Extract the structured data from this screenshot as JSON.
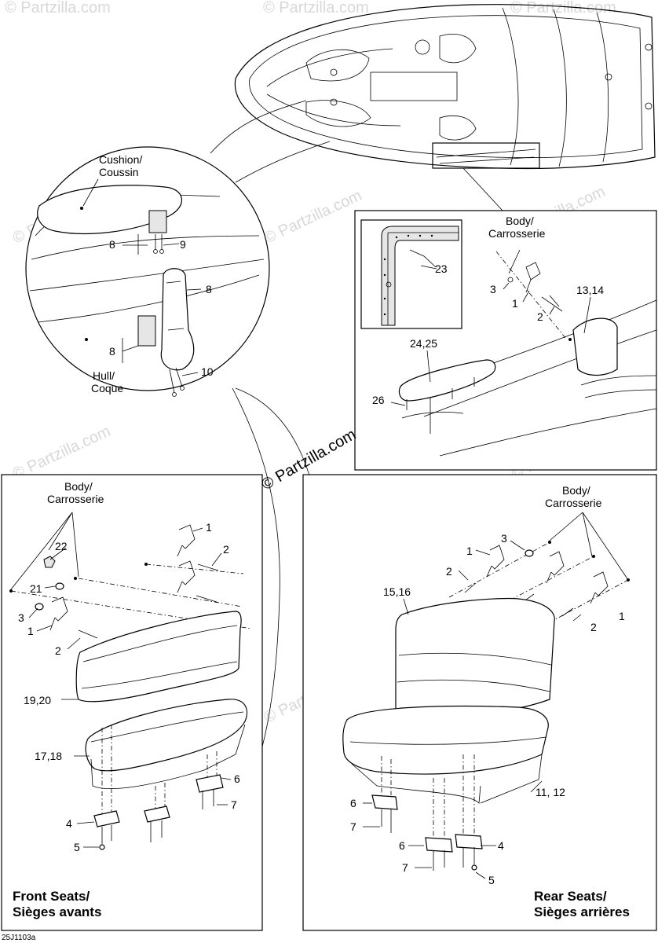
{
  "labels": {
    "cushion": "Cushion/",
    "coussin": "Coussin",
    "hull": "Hull/",
    "coque": "Coque",
    "body_tr": "Body/",
    "carrosserie_tr": "Carrosserie",
    "body_fl": "Body/",
    "carrosserie_fl": "Carrosserie",
    "body_rr": "Body/",
    "carrosserie_rr": "Carrosserie"
  },
  "callouts": {
    "c8a": "8",
    "c9": "9",
    "c8b": "8",
    "c8c": "8",
    "c10": "10",
    "c23": "23",
    "c3_tr": "3",
    "c1_tr": "1",
    "c2_tr": "2",
    "c13_14": "13,14",
    "c24_25": "24,25",
    "c26": "26",
    "c1_fa": "1",
    "c2_fa": "2",
    "c22": "22",
    "c21": "21",
    "c3_fl": "3",
    "c1_fl": "1",
    "c2_fl": "2",
    "c19_20": "19,20",
    "c17_18": "17,18",
    "c6_fl": "6",
    "c7_fl": "7",
    "c4_fl": "4",
    "c5_fl": "5",
    "c3_rr": "3",
    "c1_rr": "1",
    "c2_rr": "2",
    "c15_16": "15,16",
    "c1_rr2": "1",
    "c2_rr2": "2",
    "c11_12": "11, 12",
    "c6_rr": "6",
    "c7_rr": "7",
    "c6_rr2": "6",
    "c7_rr2": "7",
    "c4_rr": "4",
    "c5_rr": "5"
  },
  "captions": {
    "front_line1": "Front Seats/",
    "front_line2": "Sièges avants",
    "rear_line1": "Rear Seats/",
    "rear_line2": "Sièges arrières"
  },
  "watermark": "© Partzilla.com",
  "drawing_code": "25J1103a"
}
